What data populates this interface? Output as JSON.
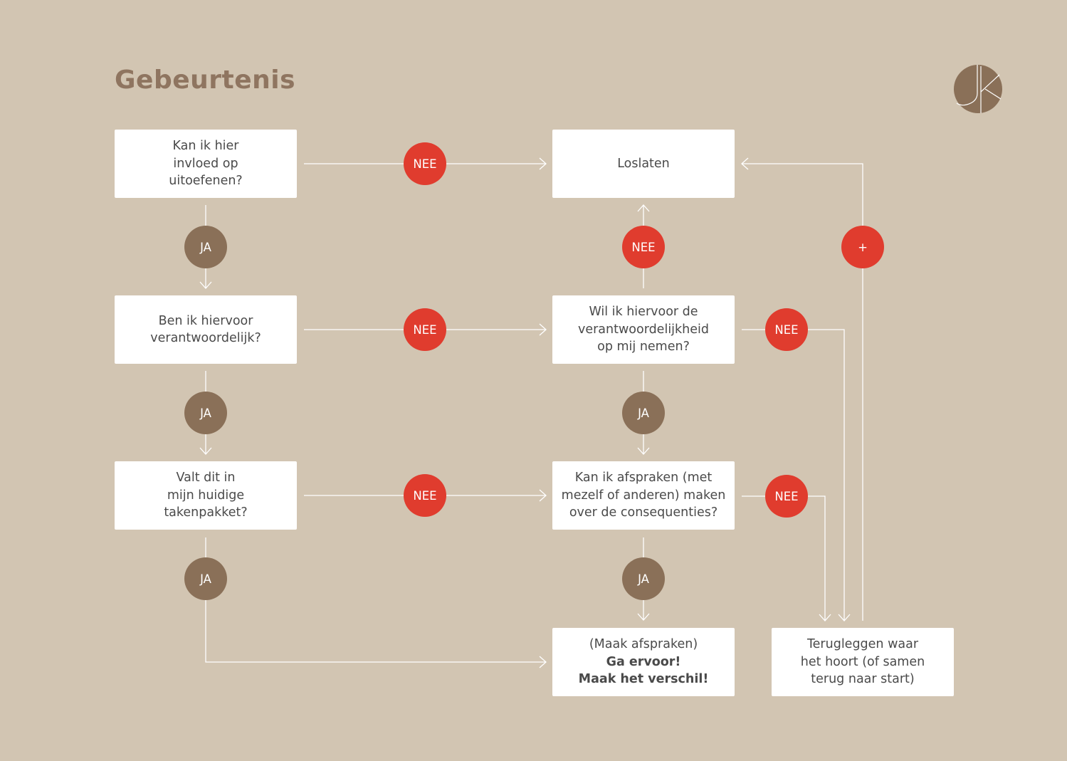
{
  "title": "Gebeurtenis",
  "colors": {
    "background": "#d2c5b2",
    "box": "#ffffff",
    "text": "#4a4a4a",
    "title": "#8f7560",
    "nee_badge": "#e03c2e",
    "ja_badge": "#8a7058",
    "connector": "#ffffff"
  },
  "logo": {
    "icon": "jk-monogram-logo"
  },
  "boxes": {
    "q1": {
      "lines": [
        "Kan ik hier",
        "invloed op",
        "uitoefenen?"
      ]
    },
    "q2": {
      "lines": [
        "Ben ik hiervoor",
        "verantwoordelijk?"
      ]
    },
    "q3": {
      "lines": [
        "Valt dit in",
        "mijn huidige",
        "takenpakket?"
      ]
    },
    "loslaten": {
      "lines": [
        "Loslaten"
      ]
    },
    "q4": {
      "lines": [
        "Wil ik hiervoor de",
        "verantwoordelijkheid",
        "op mij nemen?"
      ]
    },
    "q5": {
      "lines": [
        "Kan ik afspraken (met",
        "mezelf of anderen) maken",
        "over de consequenties?"
      ]
    },
    "result": {
      "lines": [
        "(Maak afspraken)",
        "Ga ervoor!",
        "Maak het verschil!"
      ]
    },
    "return": {
      "lines": [
        "Terugleggen waar",
        "het hoort (of samen",
        "terug naar start)"
      ]
    }
  },
  "labels": {
    "yes": "JA",
    "no": "NEE",
    "plus": "+"
  }
}
